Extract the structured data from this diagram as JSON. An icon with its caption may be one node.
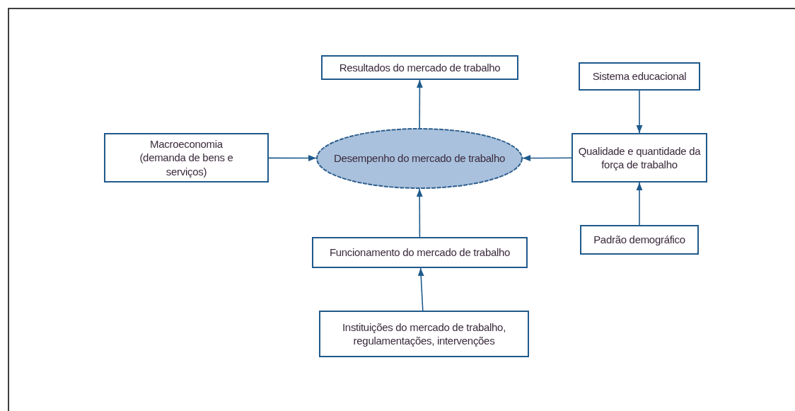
{
  "diagram": {
    "nodes": [
      {
        "text": [
          "Resultados do mercado de trabalho"
        ]
      },
      {
        "text": [
          "Sistema educacional"
        ]
      },
      {
        "text": [
          "Macroeconomia (demanda de bens e serviços)"
        ]
      },
      {
        "text": [
          "Desempenho do mercado de trabalho"
        ]
      },
      {
        "text": [
          "Qualidade e quantidade da força de trabalho"
        ]
      },
      {
        "text": [
          "Funcionamento do mercado de trabalho"
        ]
      },
      {
        "text": [
          "Padrão demográfico"
        ]
      },
      {
        "text": [
          "Instituições do mercado de trabalho, regulamentações, intervenções"
        ]
      }
    ],
    "edges": [
      {
        "from": 3,
        "to": 0,
        "arrow": "to"
      },
      {
        "from": 1,
        "to": 4,
        "arrow": "to"
      },
      {
        "from": 2,
        "to": 3,
        "arrow": "to"
      },
      {
        "from": 4,
        "to": 3,
        "arrow": "to"
      },
      {
        "from": 5,
        "to": 3,
        "arrow": "to"
      },
      {
        "from": 6,
        "to": 4,
        "arrow": "to"
      },
      {
        "from": 7,
        "to": 5,
        "arrow": "to"
      }
    ]
  }
}
